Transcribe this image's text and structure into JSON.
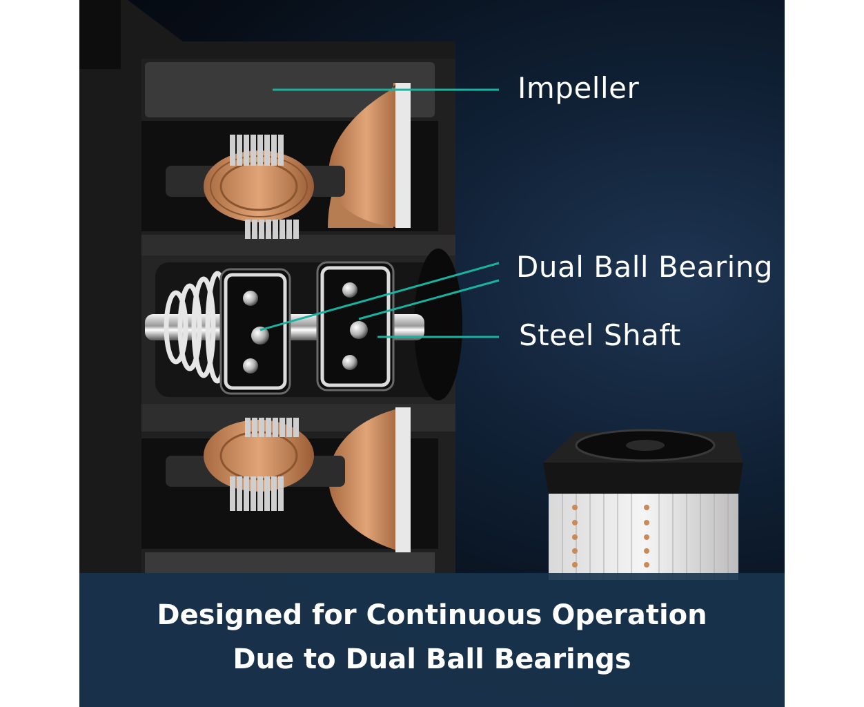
{
  "callouts": {
    "impeller": "Impeller",
    "dual_ball_bearing": "Dual Ball Bearing",
    "steel_shaft": "Steel Shaft"
  },
  "banner": {
    "line1": "Designed for Continuous Operation",
    "line2": "Due to Dual Ball Bearings"
  },
  "colors": {
    "callout_line": "#18b3a0",
    "banner_bg": "#1a344e",
    "copper": "#c98a5a"
  }
}
